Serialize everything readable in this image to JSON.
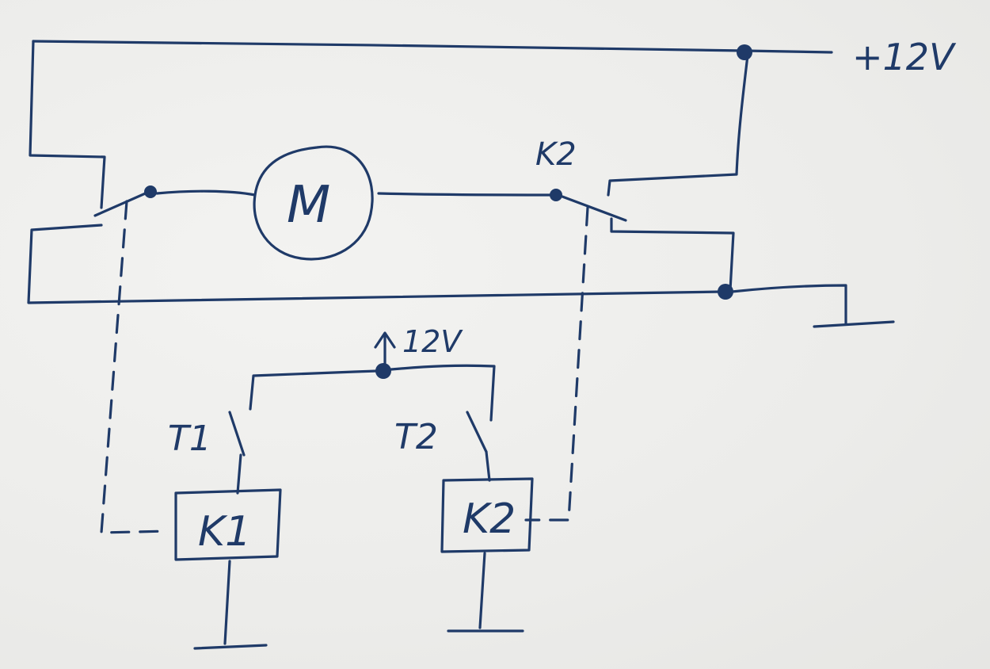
{
  "labels": {
    "supply_top": "+12V",
    "supply_control": "12V",
    "motor": "M",
    "relay_contact_k2": "K2",
    "switch_t1": "T1",
    "switch_t2": "T2",
    "relay_coil_k1": "K1",
    "relay_coil_k2": "K2"
  },
  "colors": {
    "ink": "#1f3a68",
    "paper": "#eeeeec"
  }
}
